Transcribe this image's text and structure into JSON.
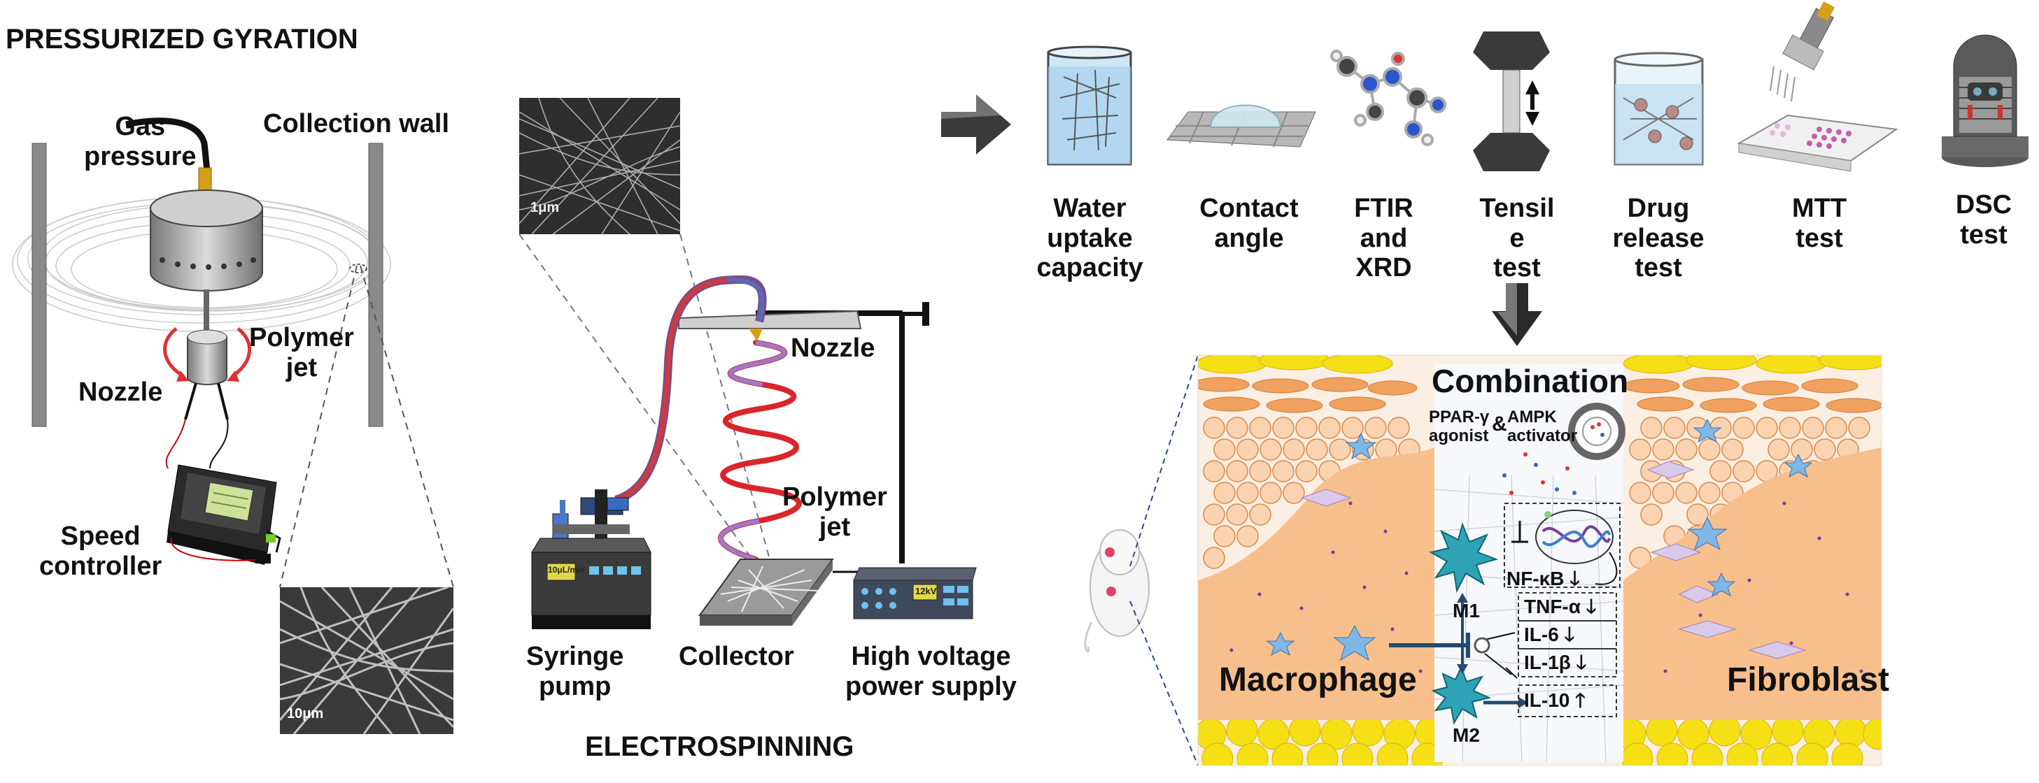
{
  "pressurized_gyration": {
    "title": "PRESSURIZED GYRATION",
    "gas_pressure": "Gas\npressure",
    "collection_wall": "Collection wall",
    "polymer_jet": "Polymer\njet",
    "nozzle": "Nozzle",
    "speed_controller": "Speed\ncontroller",
    "sem_scale": "10μm"
  },
  "electrospinning": {
    "title": "ELECTROSPINNING",
    "sem_scale": "1μm",
    "nozzle": "Nozzle",
    "polymer_jet": "Polymer\njet",
    "syringe_pump": "Syringe\npump",
    "collector": "Collector",
    "power_supply": "High voltage\npower supply",
    "display_left": "10μL/min",
    "display_right": "12kV"
  },
  "tests": [
    {
      "label": "Water\nuptake\ncapacity",
      "icon": "water-uptake-beaker"
    },
    {
      "label": "Contact\nangle",
      "icon": "contact-angle-droplet"
    },
    {
      "label": "FTIR\nand\nXRD",
      "icon": "molecule"
    },
    {
      "label": "Tensil\ne\ntest",
      "icon": "tensile-tester"
    },
    {
      "label": "Drug\nrelease\ntest",
      "icon": "drug-release-beaker"
    },
    {
      "label": "MTT\ntest",
      "icon": "pipette-well-plate"
    },
    {
      "label": "DSC\ntest",
      "icon": "dsc-instrument"
    }
  ],
  "bio": {
    "combination": "Combination",
    "ppar": "PPAR-γ\nagonist",
    "amp": "&",
    "ampk": "AMPK\nactivator",
    "nfkb": "NF-κB",
    "m1": "M1",
    "m2": "M2",
    "tnf": "TNF-α",
    "il6": "IL-6",
    "il1b": "IL-1β",
    "il10": "IL-10",
    "macrophage": "Macrophage",
    "fibroblast": "Fibroblast",
    "down": "🡓",
    "up": "🡑"
  },
  "colors": {
    "tissue_orange": "#f7bf8c",
    "fat_yellow": "#f5e016",
    "cell_orange": "#f1a15f",
    "macrophage_teal": "#2ea3b5",
    "fibroblast_lilac": "#d9c9ea",
    "arrow_navy": "#244a6e",
    "fiber_red": "#d8262a"
  }
}
